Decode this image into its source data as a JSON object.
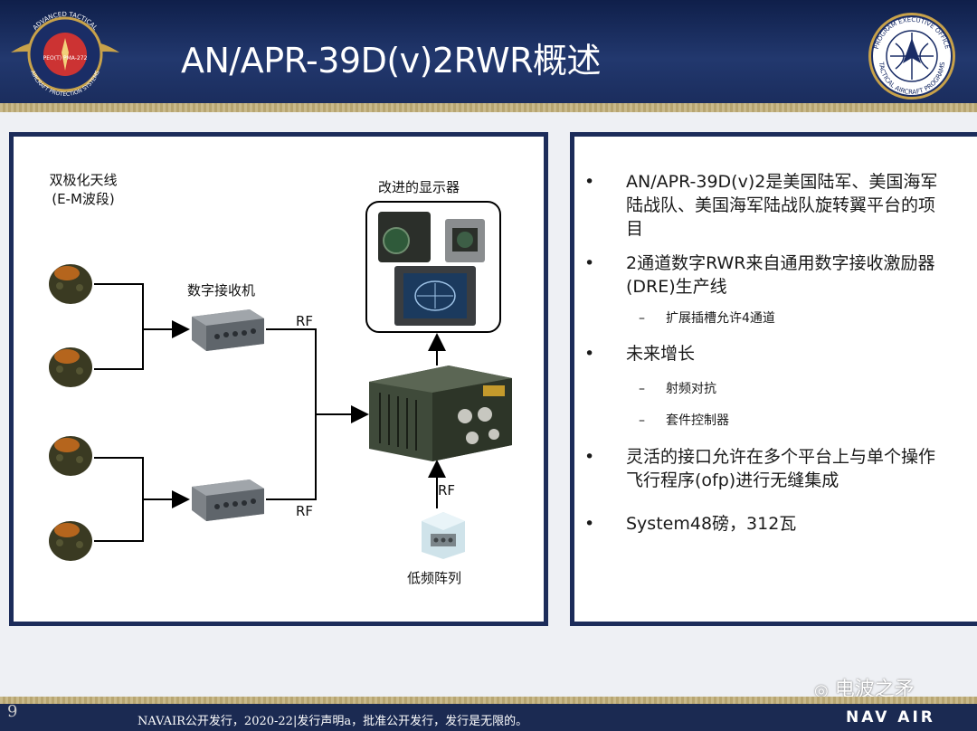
{
  "slide": {
    "title": "AN/APR-39D(v)2RWR概述",
    "page_number": "9",
    "logo_left_text": [
      "ADVANCED TACTICAL",
      "PEO(T) PMA-272",
      "AIRCRAFT PROTECTION SYSTEMS"
    ],
    "logo_right_text": [
      "PROGRAM EXECUTIVE OFFICE",
      "TACTICAL AIRCRAFT PROGRAMS"
    ],
    "footer_text": "NAVAIR公开发行，2020-22|发行声明a，批准公开发行，发行是无限的。",
    "navair": "NAV AIR",
    "watermark": "电波之矛"
  },
  "diagram": {
    "antenna_label_line1": "双极化天线",
    "antenna_label_line2": "(E-M波段)",
    "receiver_label": "数字接收机",
    "display_label": "改进的显示器",
    "rf_top": "RF",
    "rf_bottom": "RF",
    "rf_right": "RF",
    "array_label": "低频阵列"
  },
  "bullets": [
    {
      "text": "AN/APR-39D(v)2是美国陆军、美国海军陆战队、美国海军陆战队旋转翼平台的项目"
    },
    {
      "text": "2通道数字RWR来自通用数字接收激励器(DRE)生产线",
      "sub": [
        "扩展插槽允许4通道"
      ]
    },
    {
      "text": "未来增长",
      "sub": [
        "射频对抗",
        "套件控制器"
      ]
    },
    {
      "text": "灵活的接口允许在多个平台上与单个操作飞行程序(ofp)进行无缝集成"
    },
    {
      "text": "System48磅，312瓦"
    }
  ],
  "symbols": {
    "bullet": "•",
    "dash": "–"
  },
  "colors": {
    "header": "#1b2a52",
    "border": "#1c2c5a",
    "stripe": "#c9b98a"
  }
}
